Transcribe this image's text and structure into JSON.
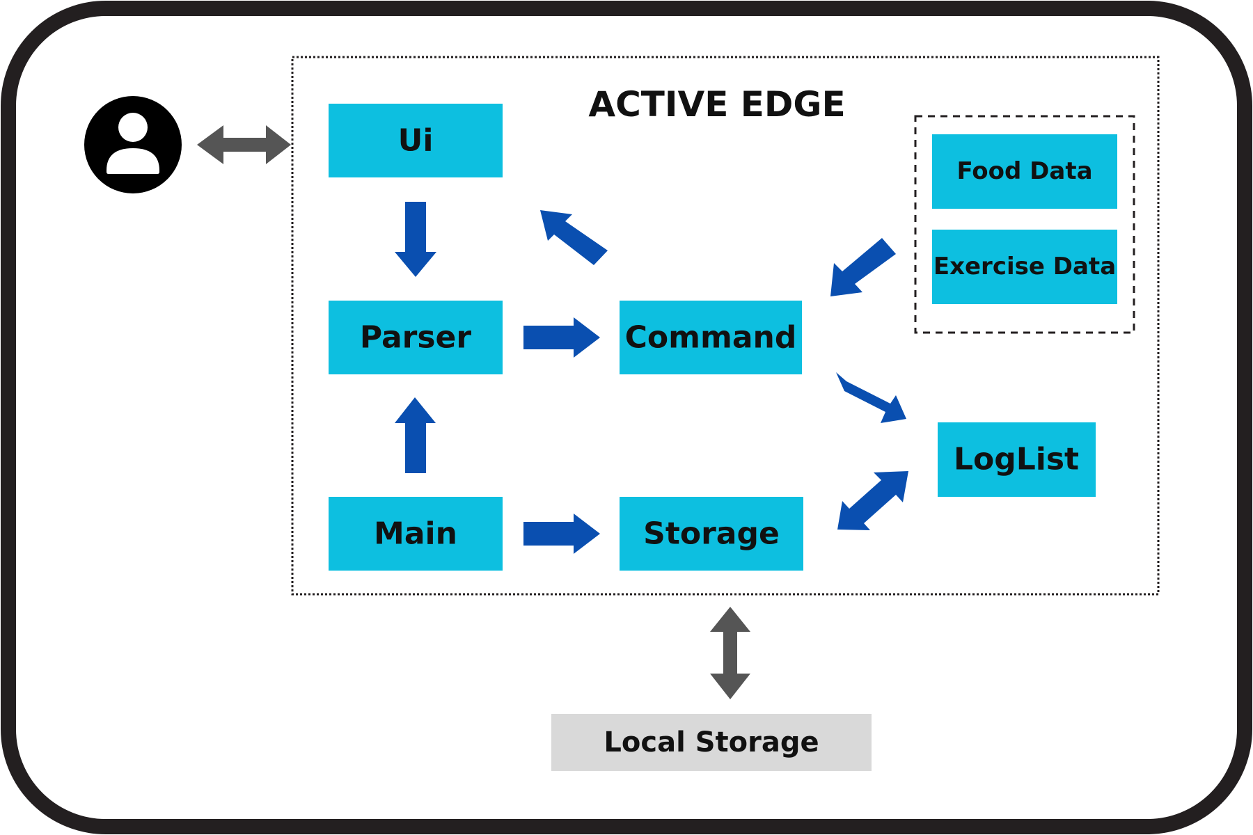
{
  "title": "ACTIVE EDGE",
  "components": {
    "ui": "Ui",
    "parser": "Parser",
    "command": "Command",
    "main": "Main",
    "storage": "Storage",
    "loglist": "LogList"
  },
  "data_group": {
    "food_data": "Food Data",
    "exercise_data": "Exercise Data"
  },
  "external": {
    "user_icon": "user-icon",
    "local_storage": "Local Storage"
  },
  "colors": {
    "component": "#0dbfe0",
    "arrow_internal": "#0a4fb0",
    "arrow_external": "#555555",
    "local_storage": "#d9d9d9"
  }
}
